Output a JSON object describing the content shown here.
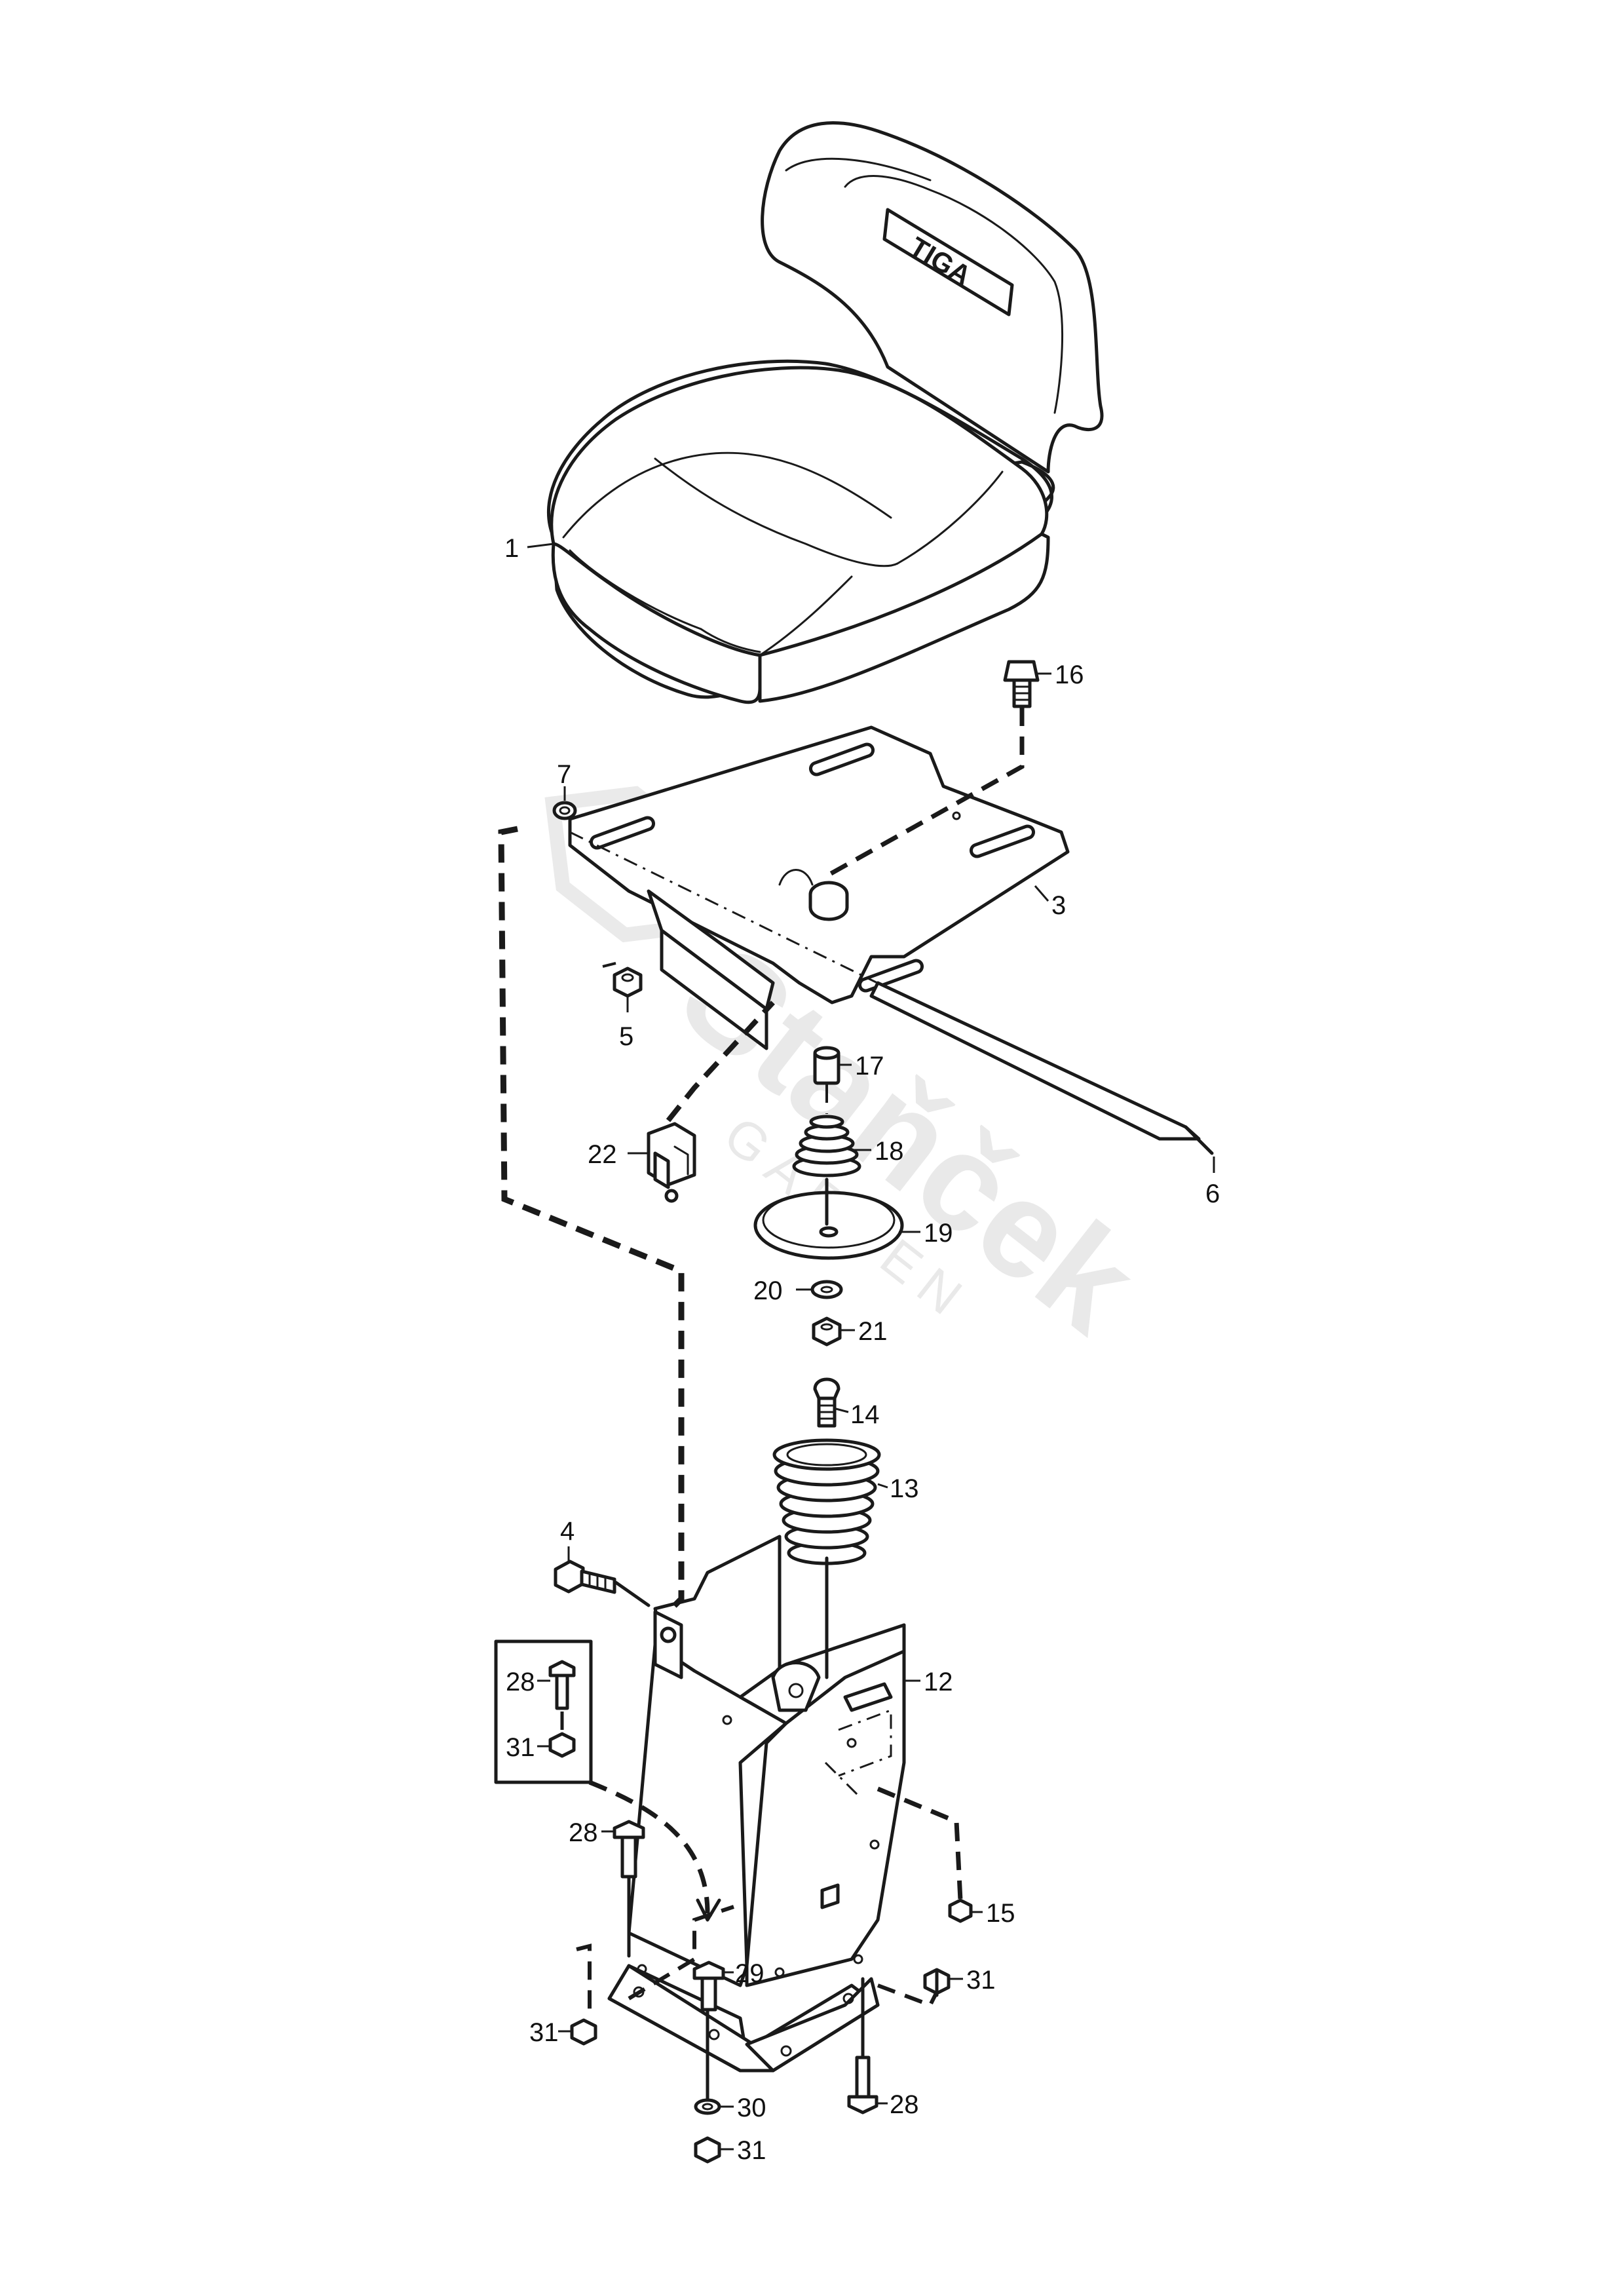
{
  "watermark": {
    "brand": "Staňček",
    "sub": "GARDEN"
  },
  "seat_logo": "TIGA",
  "callouts": [
    {
      "id": "c1",
      "text": "1"
    },
    {
      "id": "c3",
      "text": "3"
    },
    {
      "id": "c4",
      "text": "4"
    },
    {
      "id": "c5",
      "text": "5"
    },
    {
      "id": "c6",
      "text": "6"
    },
    {
      "id": "c7",
      "text": "7"
    },
    {
      "id": "c12",
      "text": "12"
    },
    {
      "id": "c13",
      "text": "13"
    },
    {
      "id": "c14",
      "text": "14"
    },
    {
      "id": "c15",
      "text": "15"
    },
    {
      "id": "c16",
      "text": "16"
    },
    {
      "id": "c17",
      "text": "17"
    },
    {
      "id": "c18",
      "text": "18"
    },
    {
      "id": "c19",
      "text": "19"
    },
    {
      "id": "c20",
      "text": "20"
    },
    {
      "id": "c21",
      "text": "21"
    },
    {
      "id": "c22",
      "text": "22"
    },
    {
      "id": "c28a",
      "text": "28"
    },
    {
      "id": "c31a",
      "text": "31"
    },
    {
      "id": "c28b",
      "text": "28"
    },
    {
      "id": "c29",
      "text": "29"
    },
    {
      "id": "c31b",
      "text": "31"
    },
    {
      "id": "c31c",
      "text": "31"
    },
    {
      "id": "c30",
      "text": "30"
    },
    {
      "id": "c31d",
      "text": "31"
    },
    {
      "id": "c28c",
      "text": "28"
    }
  ]
}
